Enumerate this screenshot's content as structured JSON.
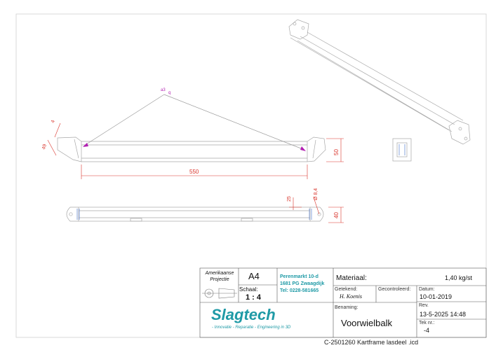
{
  "drawing": {
    "dims": {
      "weld_symbol": "a3",
      "weld_sub": "q",
      "d4": "4",
      "d49": "49",
      "d50": "50",
      "d550": "550",
      "d25": "25",
      "d_phi": "Ø 8,4",
      "d40": "40"
    },
    "colors": {
      "line": "#9a9a9a",
      "dim": "#d9342b",
      "weld": "#b21fb2",
      "teal": "#1f9aa6"
    }
  },
  "titleblock": {
    "projection_label": "Amerikaanse Projectie",
    "sheet_size": "A4",
    "scale_label": "Schaal:",
    "scale_value": "1 : 4",
    "address_line1": "Perenmarkt 10-d",
    "address_line2": "1681 PG Zwaagdijk",
    "address_line3": "Tel: 0228-581665",
    "material_label": "Materiaal:",
    "material_value": "1,40 kg/st",
    "drawn_label": "Getekend:",
    "drawn_value": "H. Koenis",
    "checked_label": "Gecontroleerd:",
    "date_label": "Datum:",
    "date_value": "10-01-2019",
    "rev_label": "Rev.",
    "rev_value": "13-5-2025 14:48",
    "drawing_no_label": "Tek nr.:",
    "drawing_no_value": "-4",
    "company": "Slagtech",
    "tagline": "- Innovatie - Reparatie - Engineering in 3D",
    "name_label": "Benaming:",
    "name_value": "Voorwielbalk"
  },
  "footer": {
    "filename": "C-2501260 Kartframe lasdeel .icd"
  }
}
